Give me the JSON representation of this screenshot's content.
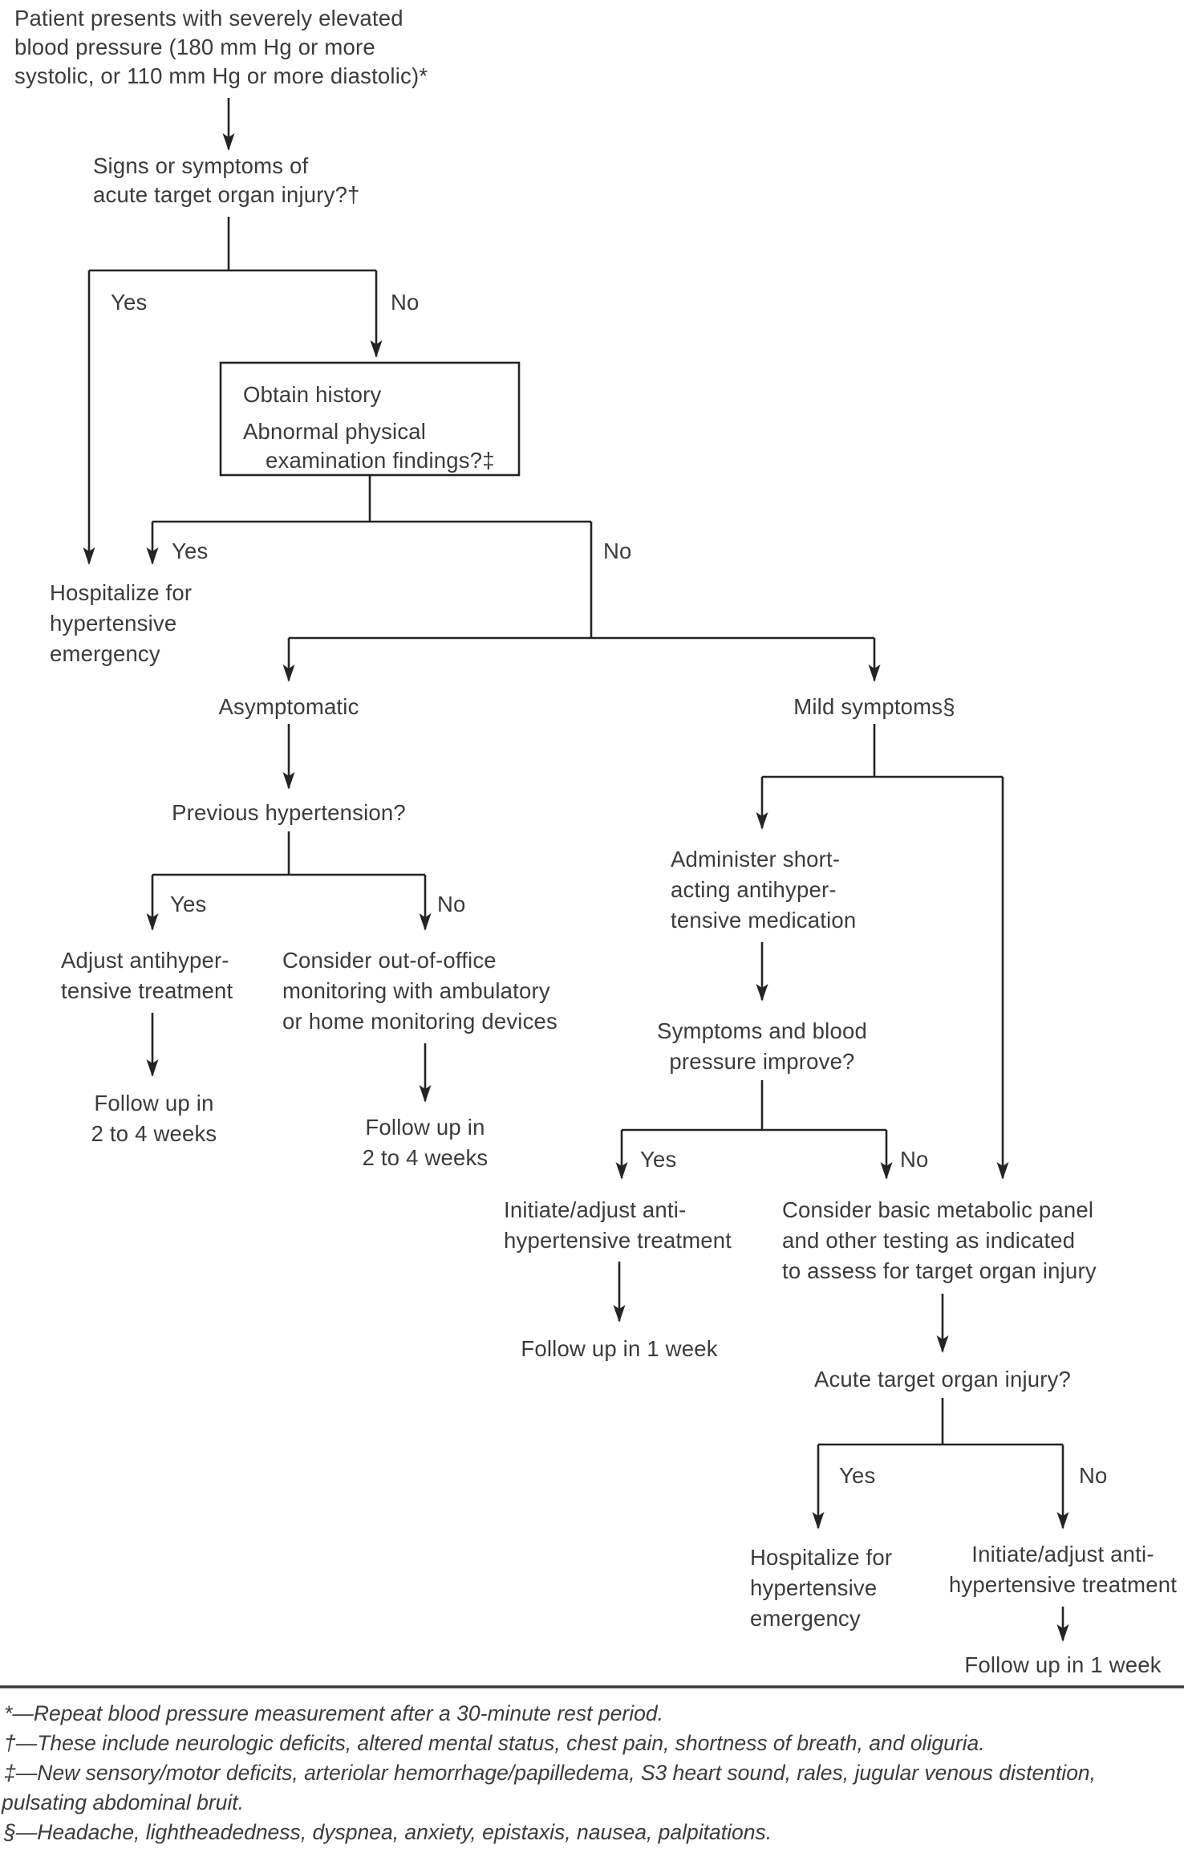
{
  "colors": {
    "background": "#ffffff",
    "text": "#3b3b3b",
    "line": "#262323"
  },
  "decision_labels": {
    "yes": "Yes",
    "no": "No"
  },
  "nodes": {
    "patient_presents": {
      "lines": [
        "Patient presents with severely elevated",
        "blood pressure (180 mm Hg or more",
        "systolic, or 110 mm Hg or more diastolic)*"
      ]
    },
    "target_organ_symptoms_question": {
      "lines": [
        "Signs or symptoms of",
        "acute target organ injury?†"
      ]
    },
    "obtain_history_box": {
      "lines": [
        "Obtain history",
        "Abnormal physical",
        "examination findings?‡"
      ]
    },
    "hospitalize_emergency_left": {
      "lines": [
        "Hospitalize for",
        "hypertensive",
        "emergency"
      ]
    },
    "asymptomatic": {
      "label": "Asymptomatic"
    },
    "mild_symptoms": {
      "label": "Mild symptoms§"
    },
    "previous_hypertension_question": {
      "label": "Previous hypertension?"
    },
    "adjust_antihypertensive": {
      "lines": [
        "Adjust antihyper-",
        "tensive treatment"
      ]
    },
    "follow_up_2_4_weeks_left": {
      "lines": [
        "Follow up in",
        "2 to 4 weeks"
      ]
    },
    "consider_out_of_office": {
      "lines": [
        "Consider out-of-office",
        "monitoring with ambulatory",
        "or home monitoring devices"
      ]
    },
    "follow_up_2_4_weeks_right": {
      "lines": [
        "Follow up in",
        "2 to 4 weeks"
      ]
    },
    "administer_short_acting": {
      "lines": [
        "Administer short-",
        "acting antihyper-",
        "tensive medication"
      ]
    },
    "symptoms_improve_question": {
      "lines": [
        "Symptoms and blood",
        "pressure improve?"
      ]
    },
    "initiate_adjust_center": {
      "lines": [
        "Initiate/adjust anti-",
        "hypertensive treatment"
      ]
    },
    "follow_up_1_week_center": {
      "label": "Follow up in 1 week"
    },
    "consider_metabolic_panel": {
      "lines": [
        "Consider basic metabolic panel",
        "and other testing as indicated",
        "to assess for target organ injury"
      ]
    },
    "acute_target_organ_question": {
      "label": "Acute target organ injury?"
    },
    "hospitalize_emergency_right": {
      "lines": [
        "Hospitalize for",
        "hypertensive",
        "emergency"
      ]
    },
    "initiate_adjust_right": {
      "lines": [
        "Initiate/adjust anti-",
        "hypertensive treatment"
      ]
    },
    "follow_up_1_week_right": {
      "label": "Follow up in 1 week"
    }
  },
  "footnotes": {
    "lines": [
      "*—Repeat blood pressure measurement after a 30-minute rest period.",
      "†—These include neurologic deficits, altered mental status, chest pain, shortness of breath, and oliguria.",
      "‡—New sensory/motor deficits, arteriolar hemorrhage/papilledema, S3 heart sound, rales, jugular venous distention,",
      "pulsating abdominal bruit.",
      "§—Headache, lightheadedness, dyspnea, anxiety, epistaxis, nausea, palpitations."
    ]
  }
}
